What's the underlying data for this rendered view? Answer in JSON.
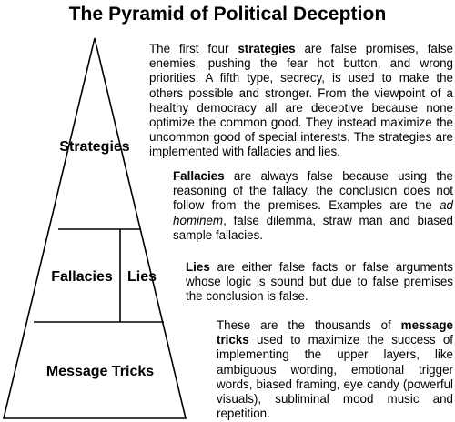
{
  "title": "The Pyramid of Political Deception",
  "pyramid": {
    "top": "Strategies",
    "middle_left": "Fallacies",
    "middle_right": "Lies",
    "bottom": "Message Tricks"
  },
  "paragraphs": {
    "strategies": {
      "pre": "The first four ",
      "term": "strategies",
      "post": " are false promises, false enemies, pushing the fear hot button, and wrong priorities. A fifth type, secrecy, is used to make the others possible and stronger. From the viewpoint of a healthy democracy all are deceptive because none optimize the common good. They instead maximize the uncommon good of special interests. The strategies are implemented with fallacies and lies."
    },
    "fallacies": {
      "term": "Fallacies",
      "mid": " are always false because using the reasoning of the fallacy, the conclusion does not follow from the premises. Examples are the ",
      "italic": "ad hominem",
      "post": ", false dilemma, straw man and biased sample fallacies."
    },
    "lies": {
      "term": "Lies",
      "post": " are either false facts or false arguments whose logic is sound but due to false premises the conclusion is false."
    },
    "tricks": {
      "pre": "These are the thousands of ",
      "term": "message tricks",
      "post": " used to maximize the success of implementing the upper layers, like ambiguous wording, emotional trigger words, biased framing, eye candy (powerful visuals), subliminal mood music and repetition."
    }
  }
}
